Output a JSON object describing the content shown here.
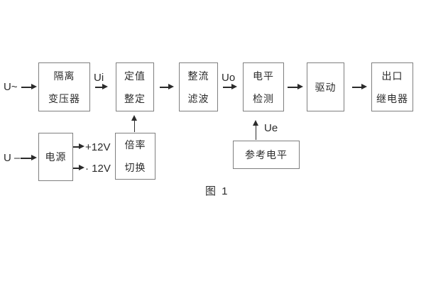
{
  "caption": "图 1",
  "inputs": {
    "ac": "U~",
    "dc": "U –"
  },
  "signal_labels": {
    "ui": "Ui",
    "uo": "Uo",
    "ue": "Ue",
    "pos_rail": "+12V",
    "neg_rail": "· 12V"
  },
  "blocks": {
    "isolation_transformer": {
      "line1": "隔离",
      "line2": "变压器"
    },
    "value_setting": {
      "line1": "定值",
      "line2": "整定"
    },
    "rectify_filter": {
      "line1": "整流",
      "line2": "滤波"
    },
    "level_detect": {
      "line1": "电平",
      "line2": "检测"
    },
    "drive": {
      "label": "驱动"
    },
    "output_relay": {
      "line1": "出口",
      "line2": "继电器"
    },
    "power": {
      "label": "电源"
    },
    "ratio_switch": {
      "line1": "倍率",
      "line2": "切换"
    },
    "reference_level": {
      "label": "参考电平"
    }
  },
  "colors": {
    "text": "#2b2b2b",
    "box_border": "#7f7f7f",
    "arrow": "#2b2b2b",
    "background": "#ffffff"
  }
}
